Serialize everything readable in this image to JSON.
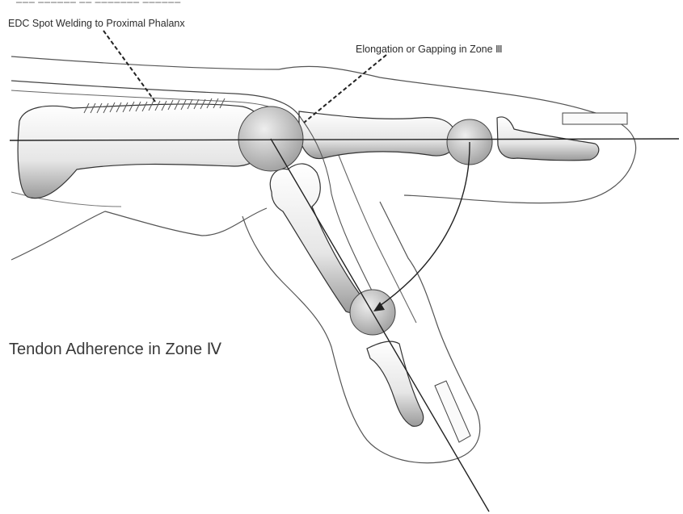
{
  "labels": {
    "edc": "EDC Spot Welding to Proximal Phalanx",
    "elongation": "Elongation or Gapping in Zone Ⅲ",
    "tendon": "Tendon Adherence in Zone Ⅳ"
  },
  "colors": {
    "ink": "#2b2b2b",
    "bone_fill": "#f2f2f2",
    "joint_fill": "#bdbdbd"
  }
}
